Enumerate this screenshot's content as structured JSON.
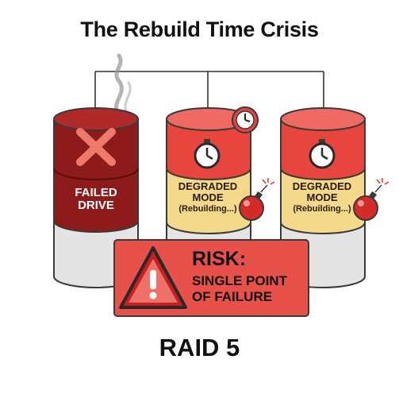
{
  "title": "The Rebuild Time Crisis",
  "footer": "RAID 5",
  "drives": {
    "failed": {
      "line1": "FAILED",
      "line2": "DRIVE"
    },
    "degraded": [
      {
        "line1": "DEGRADED",
        "line2": "MODE",
        "status": "(Rebuilding...)"
      },
      {
        "line1": "DEGRADED",
        "line2": "MODE",
        "status": "(Rebuilding...)"
      }
    ]
  },
  "risk": {
    "heading": "RISK:",
    "line1": "SINGLE POINT",
    "line2": "OF FAILURE"
  },
  "icons": {
    "failed": "x-mark-icon",
    "timer": "stopwatch-icon",
    "clock": "clock-icon",
    "bomb": "bomb-icon",
    "smoke": "smoke-icon",
    "warning": "warning-triangle-icon"
  },
  "colors": {
    "failed_drive": "#8e1b1b",
    "degraded_drive": "#e8453f",
    "degraded_band": "#f4d98a",
    "drive_base": "#e3e3e3",
    "risk_panel": "#e8504a",
    "warning_triangle": "#c82020"
  }
}
